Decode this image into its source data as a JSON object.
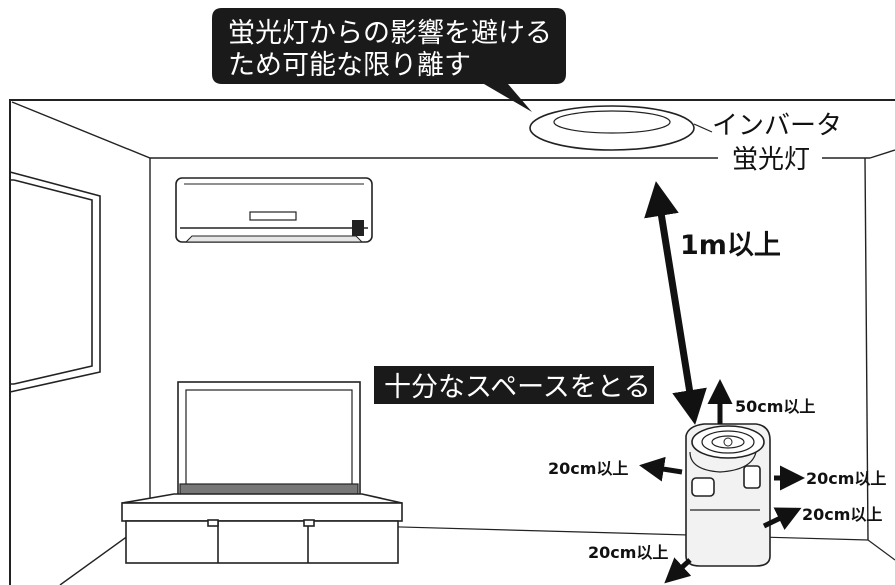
{
  "callout": {
    "line1": "蛍光灯からの影響を避ける",
    "line2": "ため可能な限り離す"
  },
  "light_label": {
    "line1": "インバータ",
    "line2": "蛍光灯"
  },
  "distance_ceiling": "1m以上",
  "space_banner": "十分なスペースをとる",
  "clearance": {
    "top": "50cm以上",
    "left": "20cm以上",
    "right": "20cm以上",
    "back": "20cm以上",
    "front": "20cm以上"
  },
  "colors": {
    "ink": "#111111",
    "callout_bg": "#1a1a1a",
    "label_text": "#ffffff",
    "paper": "#ffffff",
    "device_body": "#f2f2f2"
  },
  "icons": {
    "arrow": "arrow-icon",
    "fan": "fan-icon"
  }
}
